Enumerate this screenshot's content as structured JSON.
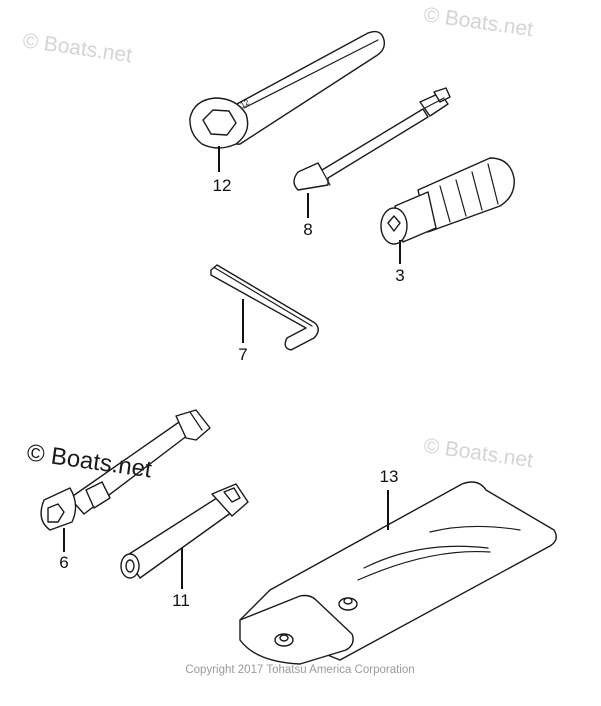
{
  "watermarks": {
    "top_left": "© Boats.net",
    "top_right": "© Boats.net",
    "middle_left": "© Boats.net",
    "middle_right": "© Boats.net"
  },
  "callouts": {
    "wrench": "12",
    "screwdriver": "8",
    "handle": "3",
    "hex_key": "7",
    "box_wrench": "6",
    "plug_wrench": "11",
    "tool_bag": "13"
  },
  "copyright": "Copyright 2017 Tohatsu America Corporation",
  "colors": {
    "line": "#1a1a1a",
    "watermark": "#d4d4d4",
    "copyright": "#9a9a9a"
  }
}
